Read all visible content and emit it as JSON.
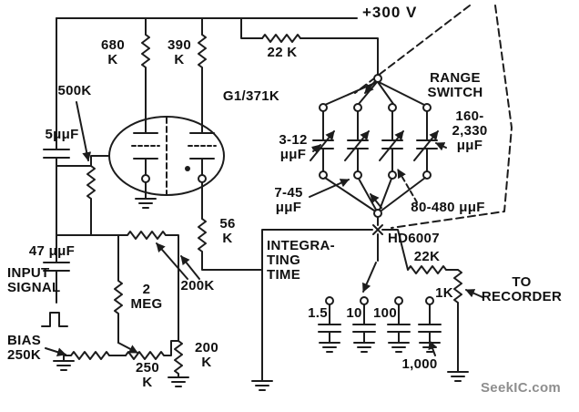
{
  "page": {
    "background": "#ffffff",
    "watermark": "SeekIC.com",
    "colors": {
      "ink": "#1c1c1c",
      "watermark_gray": "#8e8e8e"
    }
  },
  "schematic": {
    "labels": {
      "supply": "+300 V",
      "r680k": "680\nK",
      "r390k": "390\nK",
      "r22k_top": "22 K",
      "r500k": "500K",
      "c5uuf": "5μμF",
      "tube": "G1/371K",
      "range_switch": "RANGE\nSWITCH",
      "c3_12": "3-12\nμμF",
      "c160_2330": "160-\n2,330\nμμF",
      "c7_45": "7-45\nμμF",
      "c80_480": "80-480 μμF",
      "r56k": "56\nK",
      "c47uuf": "47 μμF",
      "input_signal": "INPUT\nSIGNAL",
      "r200k_mid": "200K",
      "r2meg": "2\nMEG",
      "integrating_time": "INTEGRA-\nTING\nTIME",
      "hd6007": "HD6007",
      "r22k_out": "22K",
      "r1k": "1K",
      "to_recorder": "TO\nRECORDER",
      "bias": "BIAS\n250K",
      "r250k": "250\nK",
      "r200k_bottom": "200\nK",
      "cap_1_5": "1.5",
      "cap_10": "10",
      "cap_100": "100",
      "cap_1000": "1,000"
    }
  }
}
